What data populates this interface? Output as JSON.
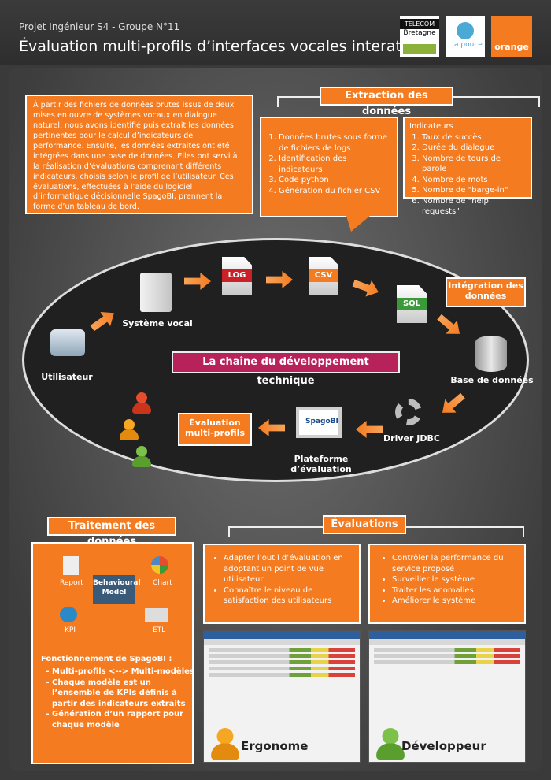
{
  "header": {
    "subtitle": "Projet Ingénieur S4 - Groupe N°11",
    "title": "Évaluation multi-profils d’interfaces vocales interatives",
    "logos": [
      {
        "name": "telecom-bretagne-logo",
        "line1": "TELECOM",
        "line2": "Bretagne"
      },
      {
        "name": "lab-logo",
        "text": "L a pouce"
      },
      {
        "name": "orange-logo",
        "text": "orange"
      }
    ]
  },
  "intro_text": "À partir des fichiers de données brutes issus de deux mises en ouvre de systèmes vocaux en dialogue naturel, nous avons identifié puis extrait les données pertinentes pour le calcul d’indicateurs de performance. Ensuite, les données extraites ont été intégrées dans une base de données. Elles ont servi à la réalisation d’évaluations comprenant différents indicateurs, choisis selon le profil de l’utilisateur. Ces évaluations, effectuées à l’aide du logiciel d’informatique décisionnelle SpagoBI, prennent la forme d’un tableau de bord.",
  "extraction": {
    "title": "Extraction des données",
    "steps": [
      "Données brutes sous forme de fichiers de logs",
      "Identification des indicateurs",
      "Code python",
      "Génération du fichier CSV"
    ],
    "indicators_title": "Indicateurs",
    "indicators": [
      "Taux de succès",
      "Durée du dialogue",
      "Nombre de tours de parole",
      "Nombre de mots",
      "Nombre de \"barge-in\"",
      "Nombre de \"help requests\""
    ]
  },
  "chain": {
    "title": "La chaîne du développement technique",
    "user_label": "Utilisateur",
    "voice_label": "Système vocal",
    "log_label": "LOG",
    "csv_label": "CSV",
    "sql_label": "SQL",
    "integration_label": "Intégration des données",
    "db_label": "Base de données",
    "jdbc_label": "Driver JDBC",
    "platform_label": "Plateforme d’évaluation",
    "platform_screen": "SpagoBI",
    "eval_label": "Évaluation multi-profils"
  },
  "traitement": {
    "title": "Traitement des données",
    "center": "Behavioural Model",
    "report": "Report",
    "chart": "Chart",
    "kpi": "KPI",
    "etl": "ETL",
    "spago_title": "Fonctionnement de SpagoBI :",
    "spago_items": [
      "Multi-profils <--> Multi-modèles",
      "Chaque modèle est un l’ensemble de KPIs définis à partir des indicateurs extraits",
      "Génération d’un rapport pour chaque modèle"
    ]
  },
  "evaluations": {
    "title": "Évaluations",
    "left_items": [
      "Adapter l’outil d’évaluation en adoptant un point de vue utilisateur",
      "Connaître le niveau de satisfaction des utilisateurs"
    ],
    "right_items": [
      "Contrôler la performance du service proposé",
      "Surveiller le système",
      "Traiter les anomalies",
      "Améliorer le système"
    ],
    "ergonome": "Ergonome",
    "developpeur": "Développeur"
  }
}
